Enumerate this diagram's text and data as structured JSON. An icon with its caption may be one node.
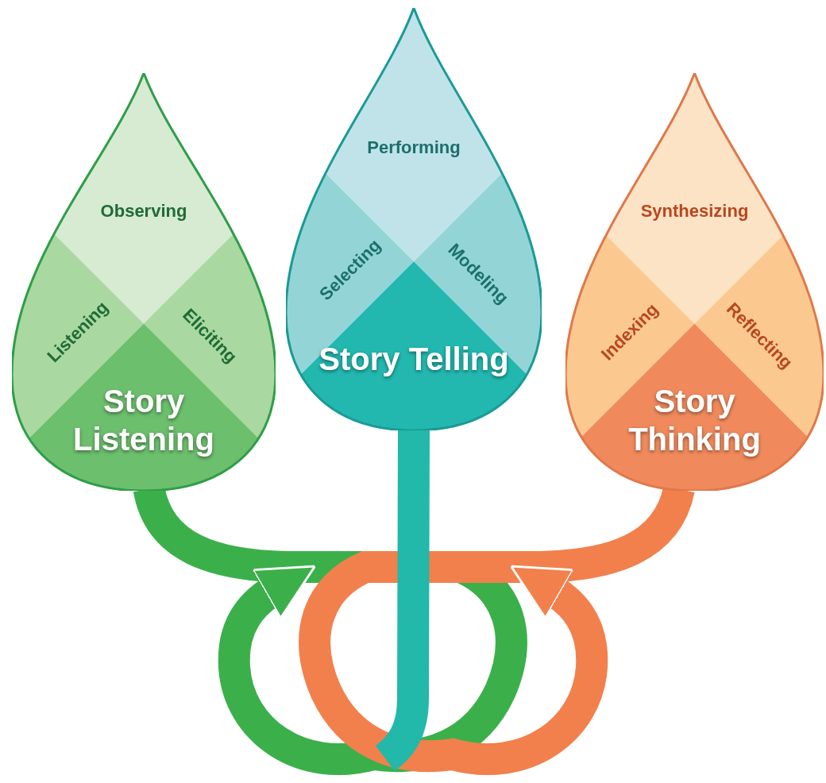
{
  "diagram": {
    "nodes": [
      {
        "text": [
          "Story Listening"
        ]
      },
      {
        "text": [
          "Observing"
        ],
        "in": 0
      },
      {
        "text": [
          "Listening"
        ],
        "in": 0
      },
      {
        "text": [
          "Eliciting"
        ],
        "in": 0
      },
      {
        "text": [
          "Story Telling"
        ]
      },
      {
        "text": [
          "Performing"
        ],
        "in": 4
      },
      {
        "text": [
          "Selecting"
        ],
        "in": 4
      },
      {
        "text": [
          "Modeling"
        ],
        "in": 4
      },
      {
        "text": [
          "Story Thinking"
        ]
      },
      {
        "text": [
          "Synthesizing"
        ],
        "in": 8
      },
      {
        "text": [
          "Indexing"
        ],
        "in": 8
      },
      {
        "text": [
          "Reflecting"
        ],
        "in": 8
      }
    ],
    "edges": [
      {
        "from": 0,
        "to": null,
        "arrow": "to",
        "color": "#3bb04a"
      },
      {
        "from": 8,
        "to": null,
        "arrow": "to",
        "color": "#f2804c"
      },
      {
        "from": 4,
        "to": null,
        "arrow": "none",
        "color": "#22b8aa"
      }
    ]
  }
}
